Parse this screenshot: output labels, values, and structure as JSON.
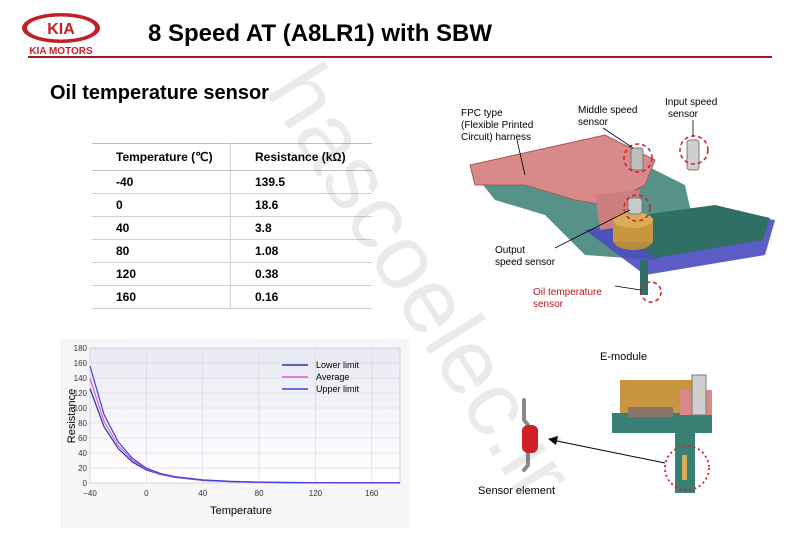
{
  "header": {
    "brand_top": "KIA",
    "brand_bottom": "KIA MOTORS",
    "title": "8 Speed AT (A8LR1) with SBW"
  },
  "section_title": "Oil temperature sensor",
  "table": {
    "headers": [
      "Temperature (℃)",
      "Resistance (kΩ)"
    ],
    "rows": [
      [
        "-40",
        "139.5"
      ],
      [
        "0",
        "18.6"
      ],
      [
        "40",
        "3.8"
      ],
      [
        "80",
        "1.08"
      ],
      [
        "120",
        "0.38"
      ],
      [
        "160",
        "0.16"
      ]
    ]
  },
  "chart_data": {
    "type": "line",
    "title": "",
    "xlabel": "Temperature",
    "ylabel": "Resistance",
    "xlim": [
      -40,
      180
    ],
    "ylim": [
      0,
      180
    ],
    "x_ticks": [
      -40,
      0,
      40,
      80,
      120,
      160
    ],
    "y_ticks": [
      0,
      20,
      40,
      60,
      80,
      100,
      120,
      140,
      160,
      180
    ],
    "legend_position": "top-right",
    "x": [
      -40,
      -30,
      -20,
      -10,
      0,
      10,
      20,
      40,
      60,
      80,
      100,
      120,
      140,
      160,
      180
    ],
    "series": [
      {
        "name": "Lower limit",
        "color": "#2b2f9c",
        "values": [
          126,
          75,
          46,
          28,
          17.5,
          11.4,
          7.6,
          3.5,
          1.8,
          1.0,
          0.6,
          0.36,
          0.23,
          0.15,
          0.1
        ]
      },
      {
        "name": "Average",
        "color": "#d65fd6",
        "values": [
          139.5,
          82,
          50,
          30.5,
          18.6,
          12,
          8.0,
          3.8,
          1.95,
          1.08,
          0.63,
          0.38,
          0.24,
          0.16,
          0.11
        ]
      },
      {
        "name": "Upper limit",
        "color": "#3f3fe0",
        "values": [
          156,
          91,
          55,
          33,
          19.8,
          12.8,
          8.5,
          4.1,
          2.1,
          1.16,
          0.67,
          0.41,
          0.26,
          0.17,
          0.12
        ]
      }
    ]
  },
  "diagram_top": {
    "labels": {
      "fpc": [
        "FPC type",
        "(Flexible Printed",
        "Circuit) harness"
      ],
      "middle_speed": [
        "Middle speed",
        "sensor"
      ],
      "input_speed": [
        "Input speed",
        "sensor"
      ],
      "output_speed": [
        "Output",
        "speed sensor"
      ],
      "oil_temp": [
        "Oil temperature",
        "sensor"
      ]
    }
  },
  "diagram_emodule": {
    "title": "E-module",
    "sensor_element": "Sensor element"
  },
  "watermark": "hascoelec.ir",
  "colors": {
    "brand_red": "#9d1b1f",
    "callout_red": "#c0141b",
    "harness_pink": "#d88a8a",
    "bracket_teal": "#3a7f73",
    "plate_blue": "#4a4dbf"
  }
}
